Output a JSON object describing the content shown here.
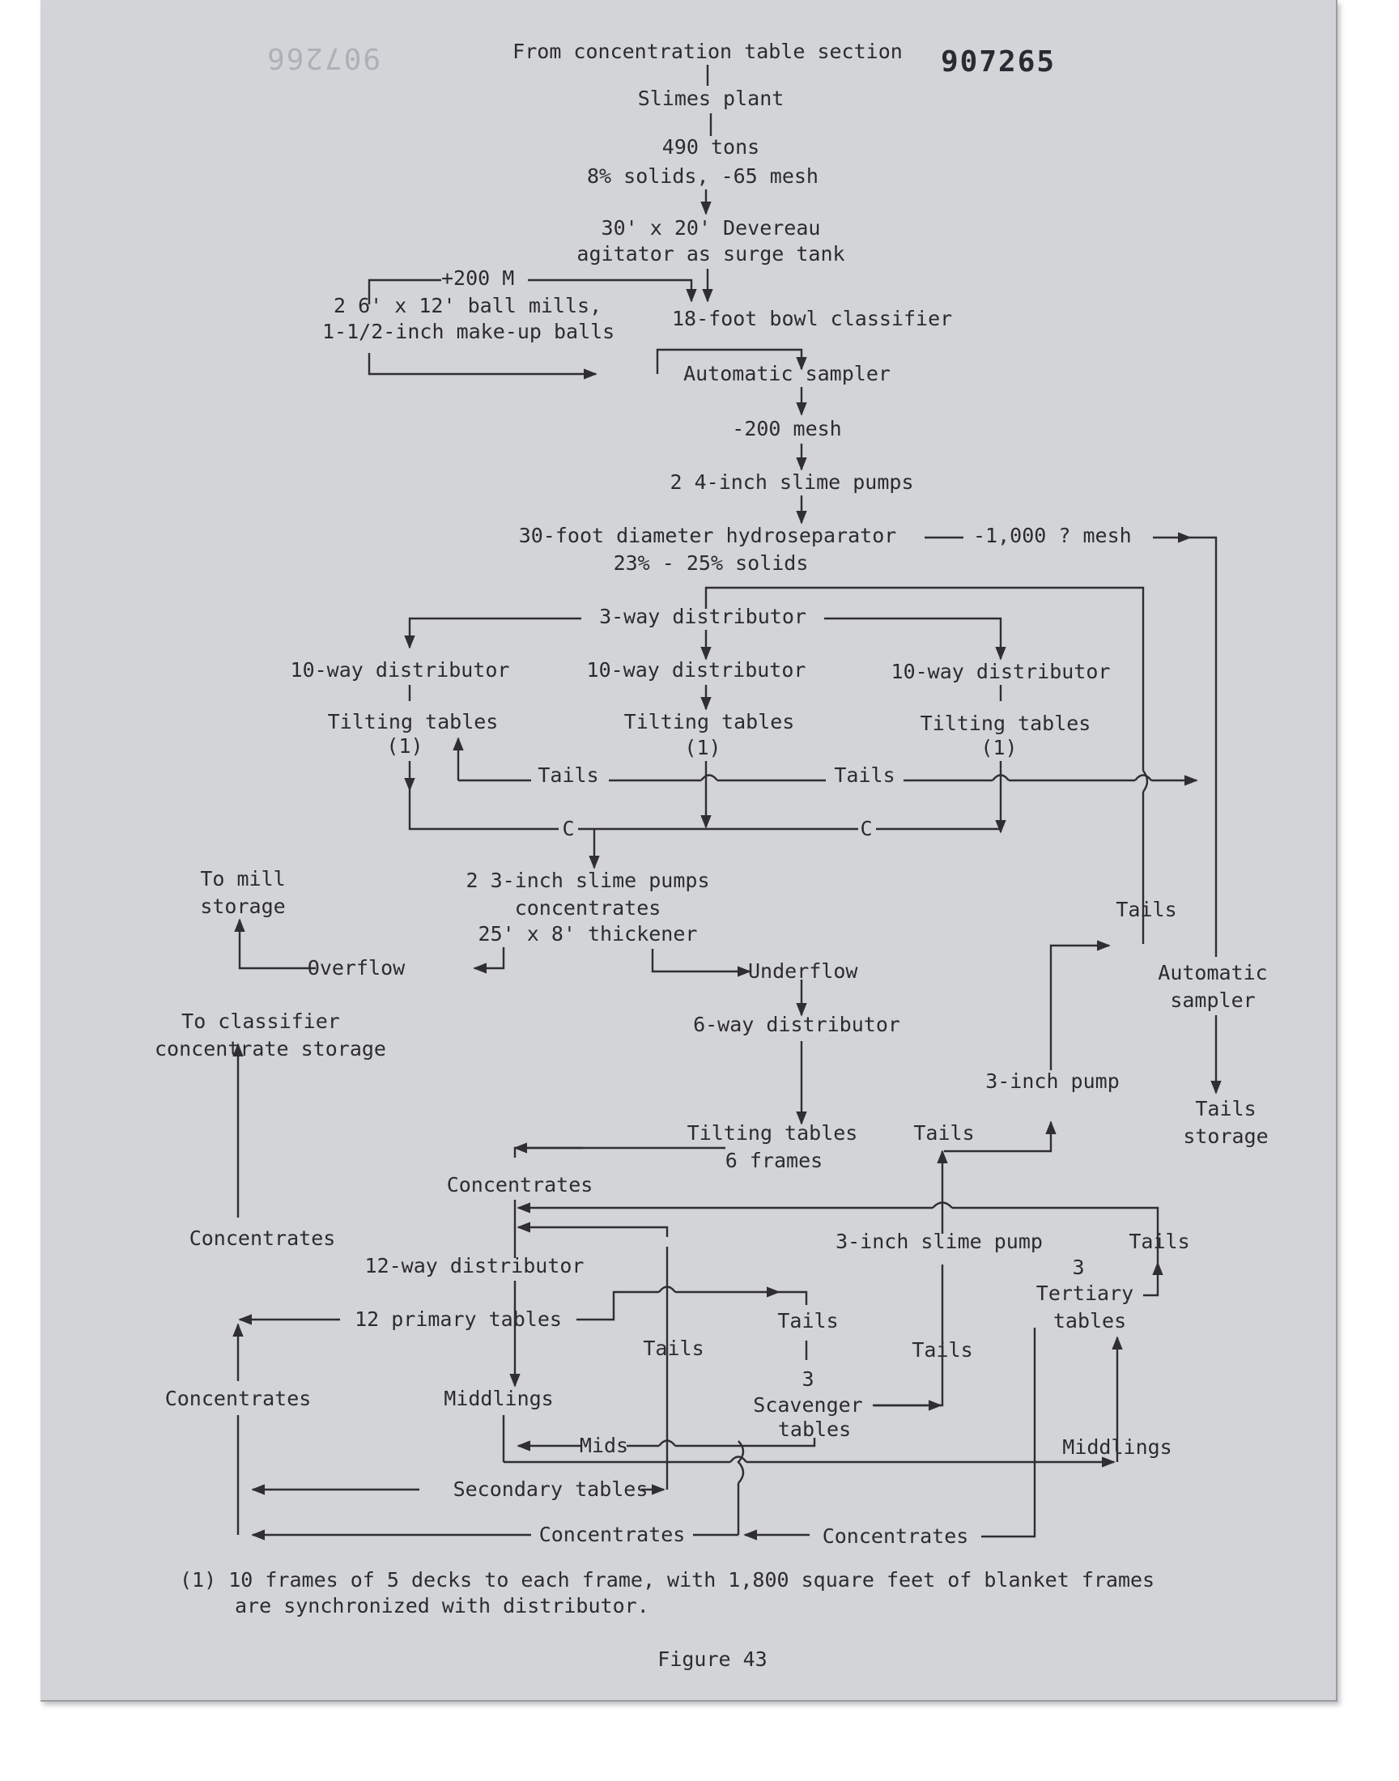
{
  "stamp": "907265",
  "stamp_ghost": "907266",
  "labels": {
    "from_conc": "From concentration table section",
    "slimes_plant": "Slimes plant",
    "tons": "490 tons",
    "solids_mesh": "8% solids, -65 mesh",
    "agitator_1": "30' x 20' Devereau",
    "agitator_2": "agitator as surge tank",
    "plus200": "+200 M",
    "ball_mills_1": "2 6' x 12' ball mills,",
    "ball_mills_2": "1-1/2-inch make-up balls",
    "bowl_classifier": "18-foot bowl classifier",
    "auto_sampler": "Automatic sampler",
    "minus200": "-200 mesh",
    "slime_pumps_4": "2 4-inch slime pumps",
    "hydrosep": "30-foot diameter hydroseparator",
    "mesh1000": "-1,000 ? mesh",
    "solids_23": "23% - 25% solids",
    "three_way": "3-way distributor",
    "ten_way": "10-way distributor",
    "tilting_tables": "Tilting tables",
    "note_ref": "(1)",
    "tails": "Tails",
    "c": "C",
    "to_mill_1": "To mill",
    "to_mill_2": "storage",
    "slime_pumps_3": "2 3-inch slime pumps",
    "concentrates_lc": "concentrates",
    "thickener": "25' x 8' thickener",
    "overflow": "Overflow",
    "underflow": "Underflow",
    "auto_sampler_2a": "Automatic",
    "auto_sampler_2b": "sampler",
    "to_classifier_1": "To classifier",
    "to_classifier_2": "concentrate storage",
    "six_way": "6-way distributor",
    "pump_3inch": "3-inch pump",
    "tails_storage_1": "Tails",
    "tails_storage_2": "storage",
    "tilting_6": "Tilting tables",
    "six_frames": "6 frames",
    "concentrates": "Concentrates",
    "twelve_way": "12-way distributor",
    "slime_pump_3inch": "3-inch slime pump",
    "three": "3",
    "tertiary": "Tertiary",
    "tables": "tables",
    "primary": "12 primary tables",
    "middlings": "Middlings",
    "scavenger": "Scavenger",
    "mids": "Mids",
    "secondary": "Secondary tables"
  },
  "footnote": {
    "line1": "(1)  10 frames of 5 decks to each frame, with 1,800 square feet of blanket frames",
    "line2": "are synchronized with distributor."
  },
  "figure_label": "Figure 43"
}
